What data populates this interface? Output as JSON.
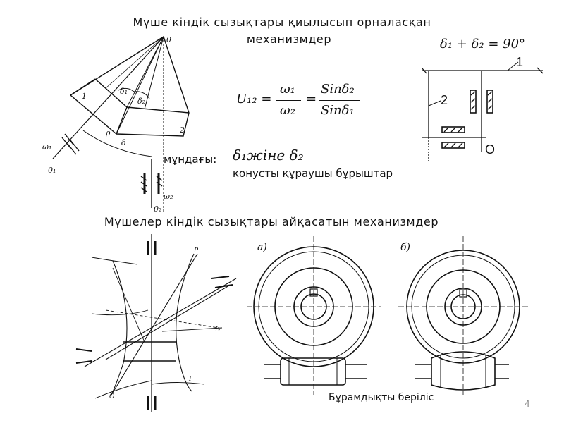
{
  "slide": {
    "title_top_line1": "Мүше кіндік сызықтары қиылысып орналасқан",
    "title_top_line2": "механизмдер",
    "formula_sum": "δ₁ + δ₂ = 90°",
    "formula_ratio_lhs": "U₁₂ =",
    "formula_ratio_num1": "ω₁",
    "formula_ratio_den1": "ω₂",
    "formula_ratio_eq": "=",
    "formula_ratio_num2": "Sinδ₂",
    "formula_ratio_den2": "Sinδ₁",
    "where_label": "мұндағы:",
    "where_symbols": "δ₁жіне δ₂",
    "cone_angles_text": "конусты құраушы бұрыштар",
    "title_bottom": "Мүшелер кіндік сызықтары айқасатын механизмдер",
    "caption_worm": "Бұрамдықты беріліс",
    "page_number": "4",
    "diagram_right_labels": {
      "one": "1",
      "two": "2",
      "o": "O"
    },
    "cone_labels": {
      "apex": "0",
      "gear1": "1",
      "gear2": "2",
      "d1": "δ₁",
      "d2": "δ₂",
      "delta": "δ",
      "rho": "ρ",
      "omega1": "ω₁",
      "o1": "0₁",
      "omega2": "ω₂",
      "o2": "0₂"
    },
    "worm_labels": {
      "a": "а)",
      "b": "б)"
    },
    "hyper_labels": {
      "p": "P",
      "o": "O",
      "i": "I",
      "i2": "I₂"
    }
  }
}
